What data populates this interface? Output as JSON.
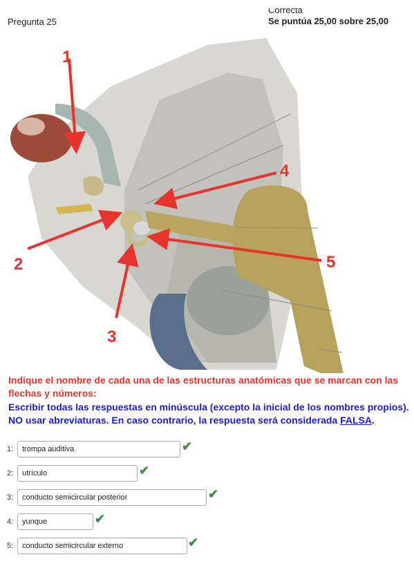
{
  "header": {
    "question": "Pregunta 25",
    "state": "Correcta",
    "grade": "Se puntúa 25,00 sobre 25,00"
  },
  "figure": {
    "labels": [
      "1",
      "2",
      "3",
      "4",
      "5"
    ],
    "arrow_color": "#e8322b"
  },
  "instructions": {
    "red": "Indique el nombre de cada una de las estructuras anatómicas que se marcan con las flechas y números:",
    "blue": "Escribir todas las respuestas en minúscula (excepto la inicial de los nombres propios). NO usar abreviaturas. En caso contrario, la respuesta será considerada",
    "blue_emph": "FALSA",
    "blue_end": "."
  },
  "answers": [
    {
      "num": "1:",
      "value": "trompa auditiva",
      "status": "correct-check-icon"
    },
    {
      "num": "2:",
      "value": "utrículo",
      "status": "correct-check-icon"
    },
    {
      "num": "3:",
      "value": "conducto semicircular posterior",
      "status": "correct-check-icon"
    },
    {
      "num": "4:",
      "value": "yunque",
      "status": "correct-check-icon"
    },
    {
      "num": "5:",
      "value": "conducto semicircular externo",
      "status": "correct-check-icon"
    }
  ],
  "colors": {
    "red_text": "#e8322b",
    "blue_text": "#1a1ad6",
    "check": "#3f8f3f"
  }
}
